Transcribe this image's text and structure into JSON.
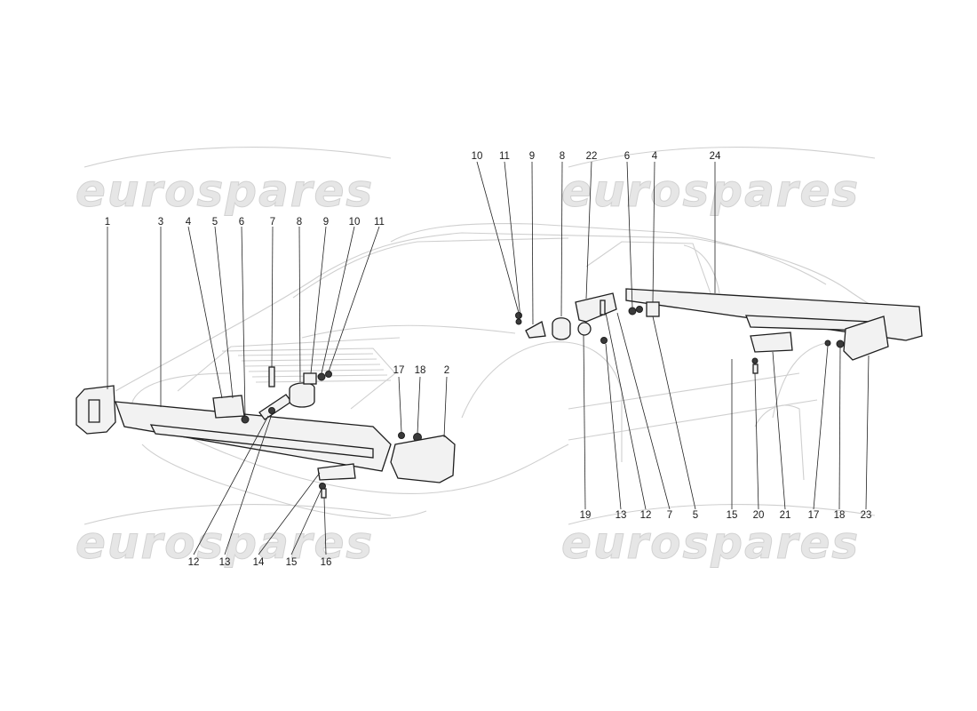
{
  "watermarks": [
    {
      "text": "eurospares"
    },
    {
      "text": "eurospares"
    },
    {
      "text": "eurospares"
    },
    {
      "text": "eurospares"
    }
  ],
  "callouts": [
    {
      "label": "1"
    },
    {
      "label": "3"
    },
    {
      "label": "4"
    },
    {
      "label": "5"
    },
    {
      "label": "6"
    },
    {
      "label": "7"
    },
    {
      "label": "8"
    },
    {
      "label": "9"
    },
    {
      "label": "10"
    },
    {
      "label": "11"
    },
    {
      "label": "17"
    },
    {
      "label": "18"
    },
    {
      "label": "2"
    },
    {
      "label": "12"
    },
    {
      "label": "13"
    },
    {
      "label": "14"
    },
    {
      "label": "15"
    },
    {
      "label": "16"
    },
    {
      "label": "10"
    },
    {
      "label": "11"
    },
    {
      "label": "9"
    },
    {
      "label": "8"
    },
    {
      "label": "22"
    },
    {
      "label": "6"
    },
    {
      "label": "4"
    },
    {
      "label": "24"
    },
    {
      "label": "19"
    },
    {
      "label": "13"
    },
    {
      "label": "12"
    },
    {
      "label": "7"
    },
    {
      "label": "5"
    },
    {
      "label": "15"
    },
    {
      "label": "20"
    },
    {
      "label": "21"
    },
    {
      "label": "17"
    },
    {
      "label": "18"
    },
    {
      "label": "23"
    }
  ]
}
